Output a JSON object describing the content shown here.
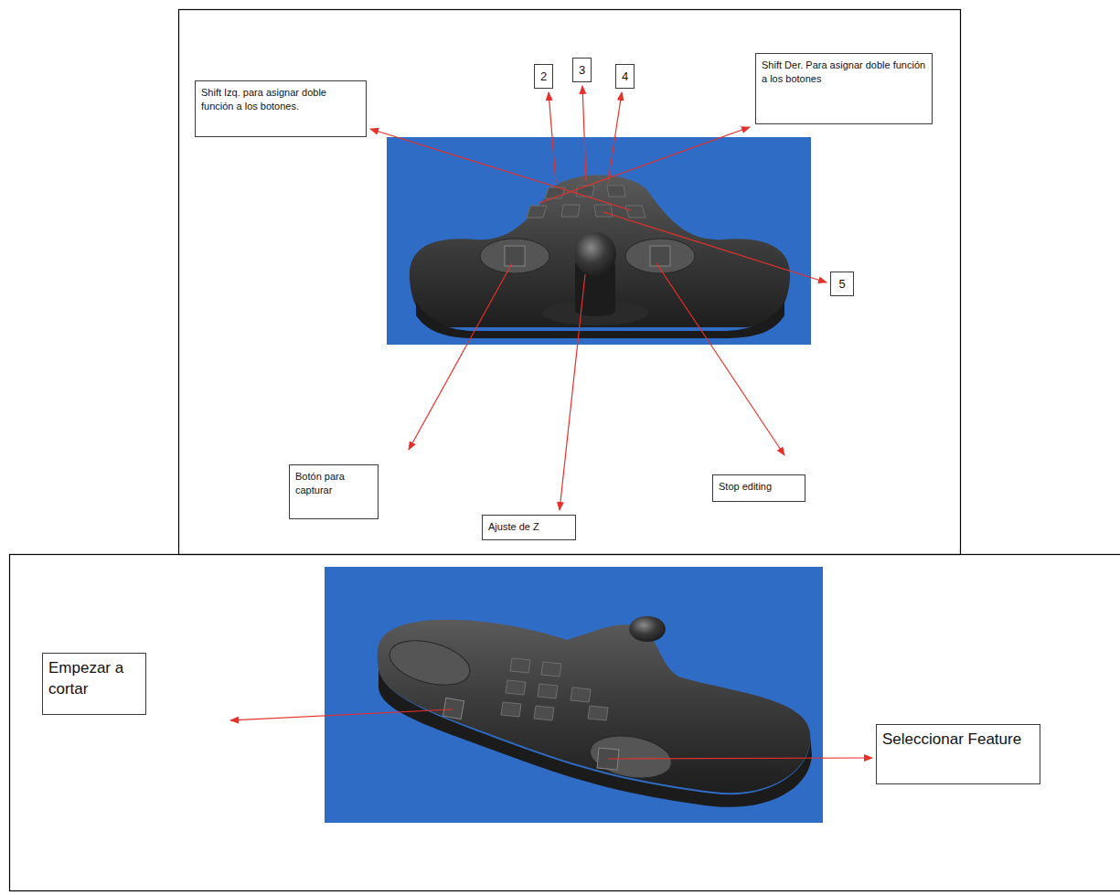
{
  "diagram": {
    "nodes": [
      {
        "text": [
          "Shift Izq. para asignar doble función a los botones."
        ]
      },
      {
        "text": [
          "2"
        ]
      },
      {
        "text": [
          "3"
        ]
      },
      {
        "text": [
          "4"
        ]
      },
      {
        "text": [
          "Shift Der. Para asignar doble función a los botones"
        ]
      },
      {
        "text": [
          "5"
        ]
      },
      {
        "text": [
          "Botón para capturar"
        ]
      },
      {
        "text": [
          "Stop editing"
        ]
      },
      {
        "text": [
          "Ajuste de Z"
        ]
      },
      {
        "text": [
          "Empezar a cortar"
        ]
      },
      {
        "text": [
          "Seleccionar Feature"
        ]
      }
    ]
  }
}
